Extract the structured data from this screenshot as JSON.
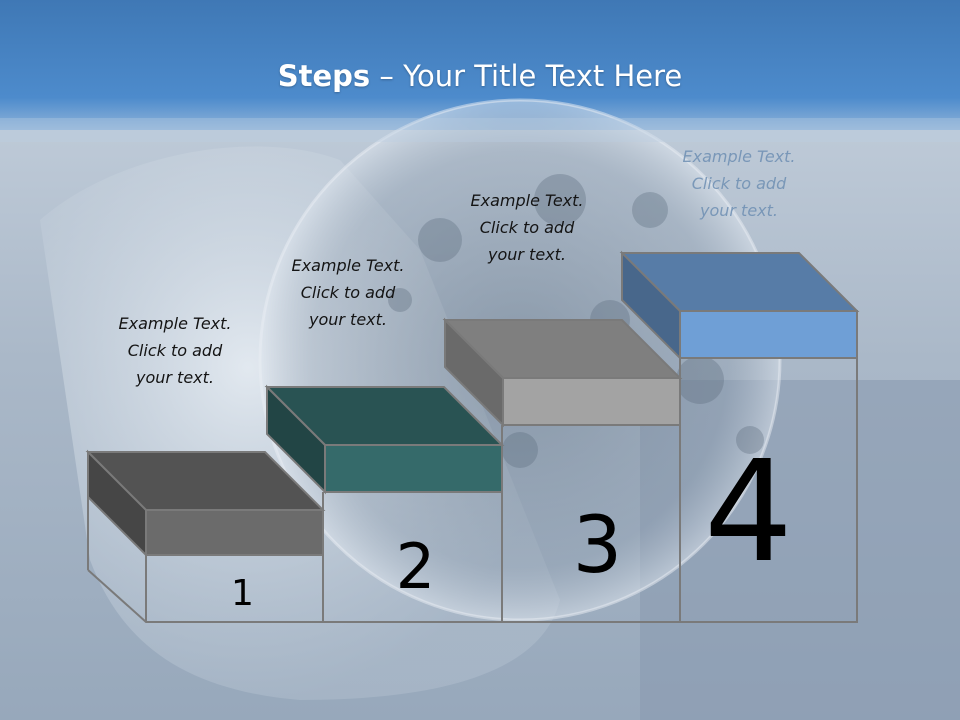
{
  "slide": {
    "title_bold": "Steps",
    "title_dash": " – ",
    "title_rest": "Your Title Text Here"
  },
  "steps": [
    {
      "number": "1",
      "caption": [
        "Example Text.",
        "Click  to add",
        "your text."
      ],
      "color": "#6b6b6b"
    },
    {
      "number": "2",
      "caption": [
        "Example Text.",
        "Click  to add",
        "your text."
      ],
      "color": "#356a6a"
    },
    {
      "number": "3",
      "caption": [
        "Example Text.",
        "Click  to add",
        "your text."
      ],
      "color": "#a3a3a3"
    },
    {
      "number": "4",
      "caption": [
        "Example Text.",
        "Click  to add",
        "your text."
      ],
      "color": "#6f9fd6"
    }
  ],
  "colors": {
    "header": "#4a86c4",
    "background": "#a9b8c8",
    "outline": "#7a7a7a"
  }
}
